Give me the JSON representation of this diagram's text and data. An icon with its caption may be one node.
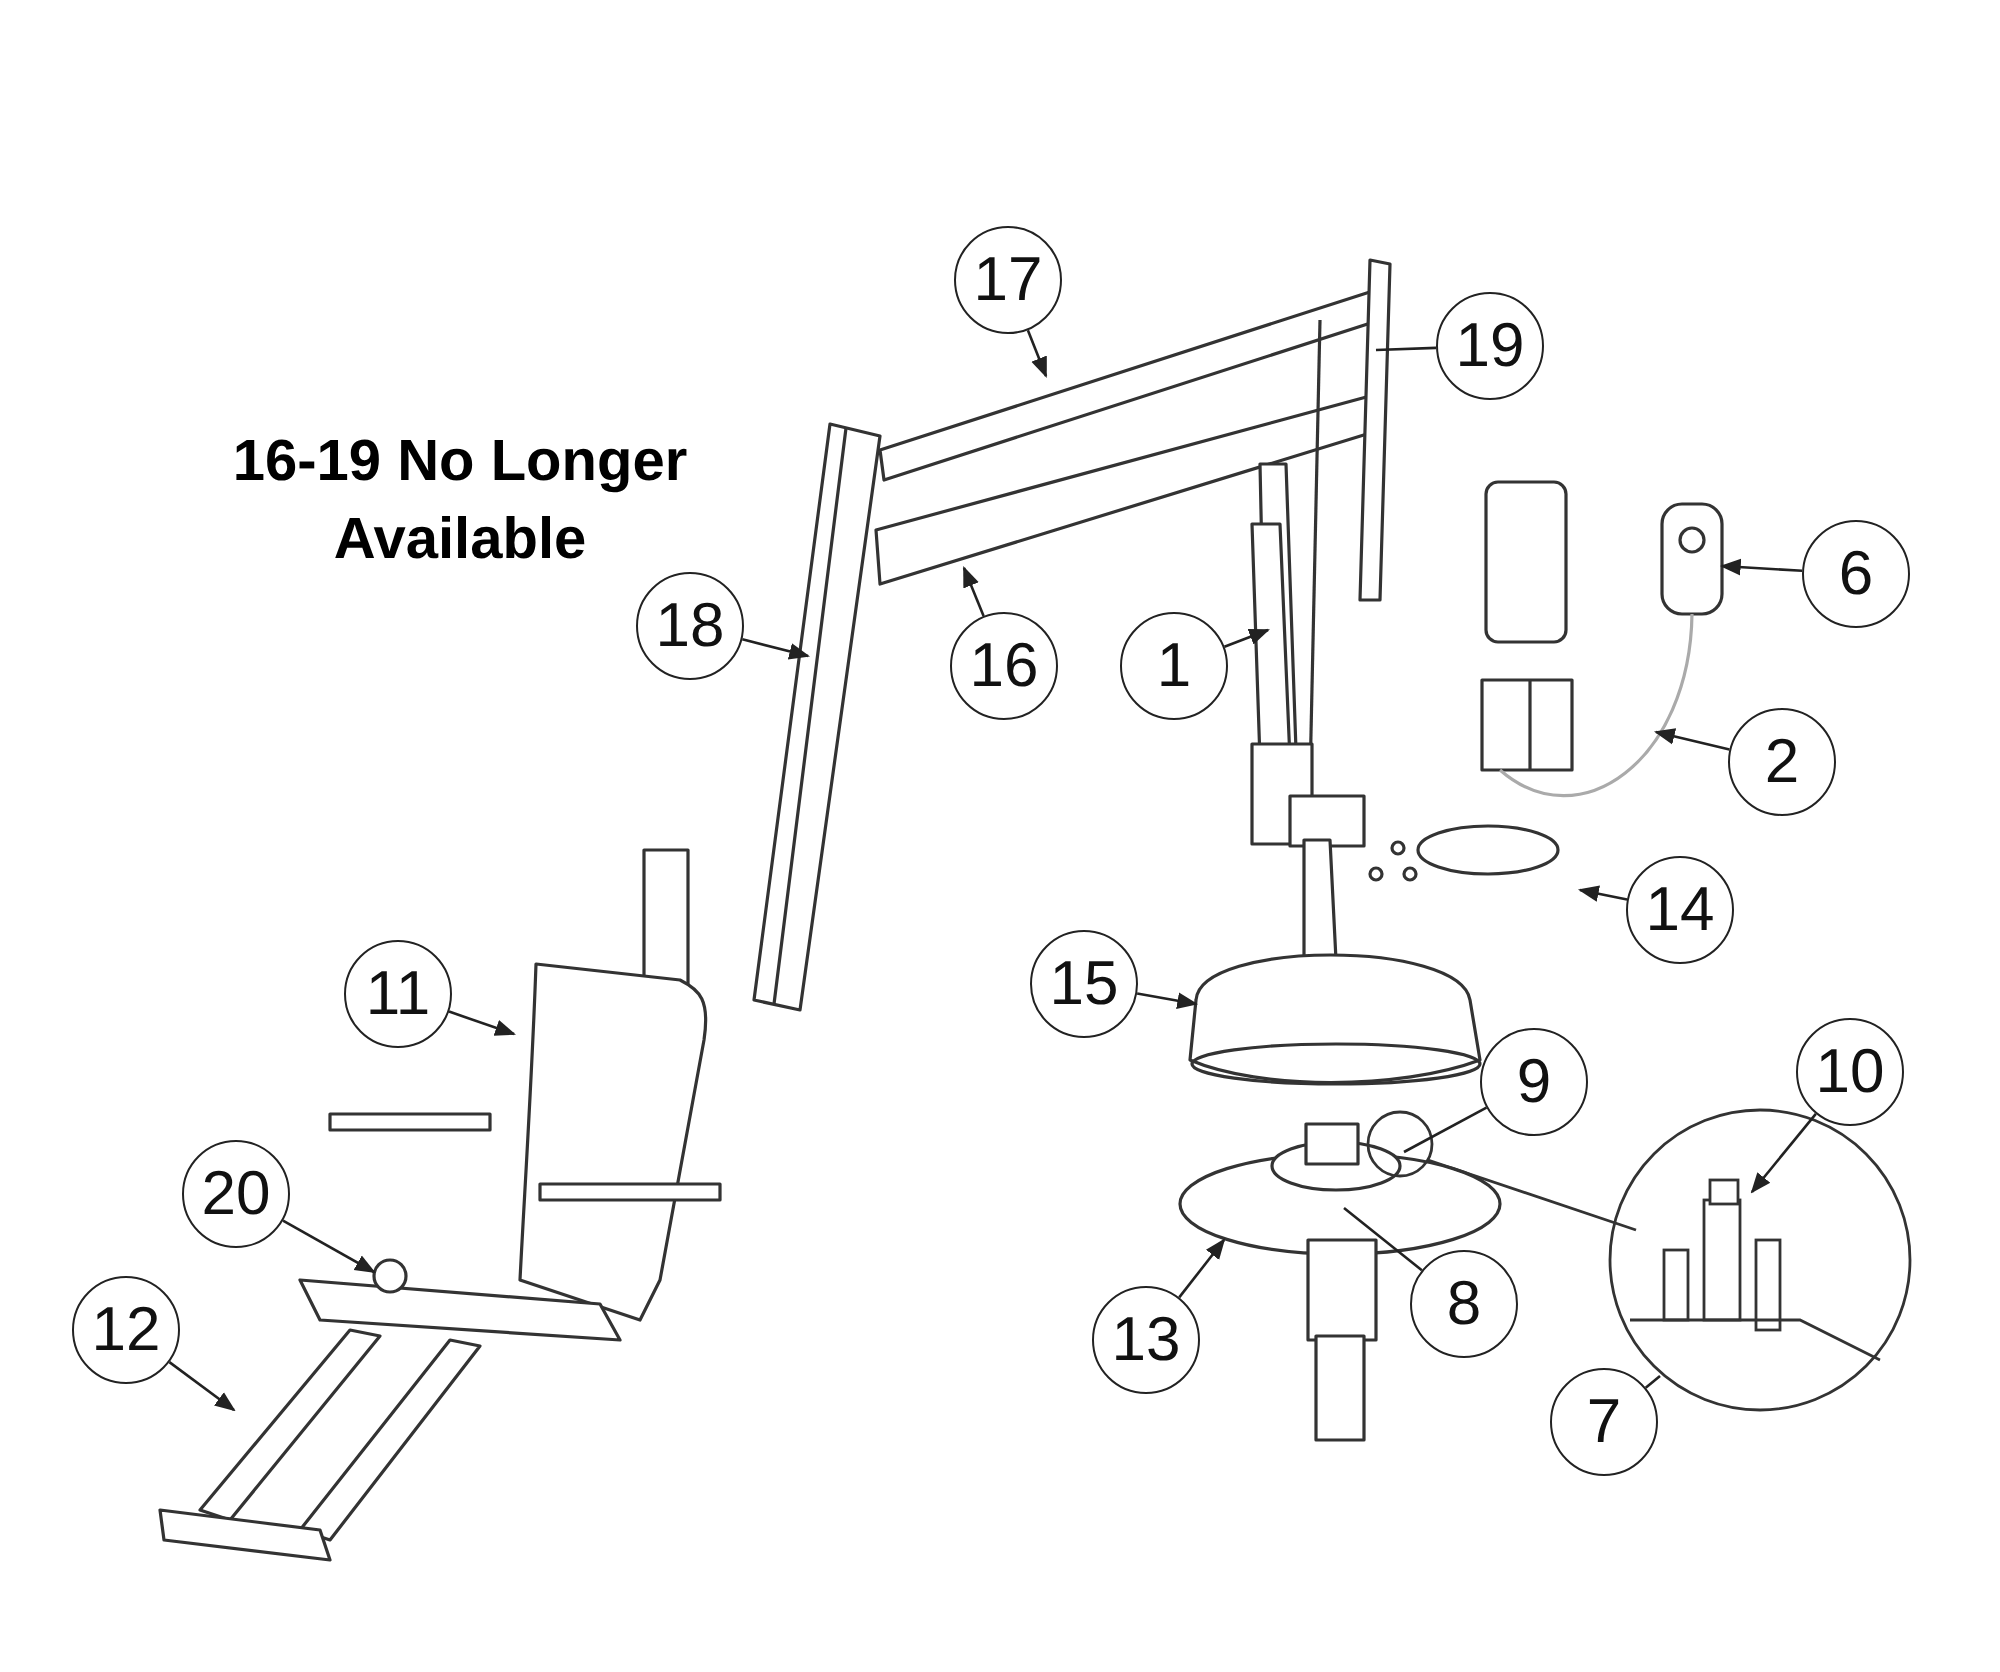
{
  "diagram": {
    "nodes": [
      {
        "text": [
          "17"
        ]
      },
      {
        "text": [
          "19"
        ]
      },
      {
        "text": [
          "18"
        ]
      },
      {
        "text": [
          "16"
        ]
      },
      {
        "text": [
          "1"
        ]
      },
      {
        "text": [
          "6"
        ]
      },
      {
        "text": [
          "2"
        ]
      },
      {
        "text": [
          "14"
        ]
      },
      {
        "text": [
          "15"
        ]
      },
      {
        "text": [
          "11"
        ]
      },
      {
        "text": [
          "9"
        ]
      },
      {
        "text": [
          "10"
        ]
      },
      {
        "text": [
          "20"
        ]
      },
      {
        "text": [
          "8"
        ]
      },
      {
        "text": [
          "13"
        ]
      },
      {
        "text": [
          "12"
        ]
      },
      {
        "text": [
          "7"
        ]
      }
    ],
    "edges": [
      {
        "from": 0,
        "to": null,
        "arrow": "to"
      },
      {
        "from": 1,
        "to": null,
        "arrow": "none"
      },
      {
        "from": 2,
        "to": null,
        "arrow": "to"
      },
      {
        "from": 3,
        "to": null,
        "arrow": "to"
      },
      {
        "from": 4,
        "to": null,
        "arrow": "to"
      },
      {
        "from": 5,
        "to": null,
        "arrow": "to"
      },
      {
        "from": 6,
        "to": null,
        "arrow": "to"
      },
      {
        "from": 7,
        "to": null,
        "arrow": "to"
      },
      {
        "from": 8,
        "to": null,
        "arrow": "to"
      },
      {
        "from": 9,
        "to": null,
        "arrow": "to"
      },
      {
        "from": 10,
        "to": null,
        "arrow": "none"
      },
      {
        "from": 11,
        "to": null,
        "arrow": "to"
      },
      {
        "from": 12,
        "to": null,
        "arrow": "to"
      },
      {
        "from": 13,
        "to": null,
        "arrow": "none"
      },
      {
        "from": 14,
        "to": null,
        "arrow": "to"
      },
      {
        "from": 15,
        "to": null,
        "arrow": "to"
      },
      {
        "from": 16,
        "to": null,
        "arrow": "none"
      }
    ],
    "labels": [
      "16-19 No Longer Available"
    ]
  }
}
